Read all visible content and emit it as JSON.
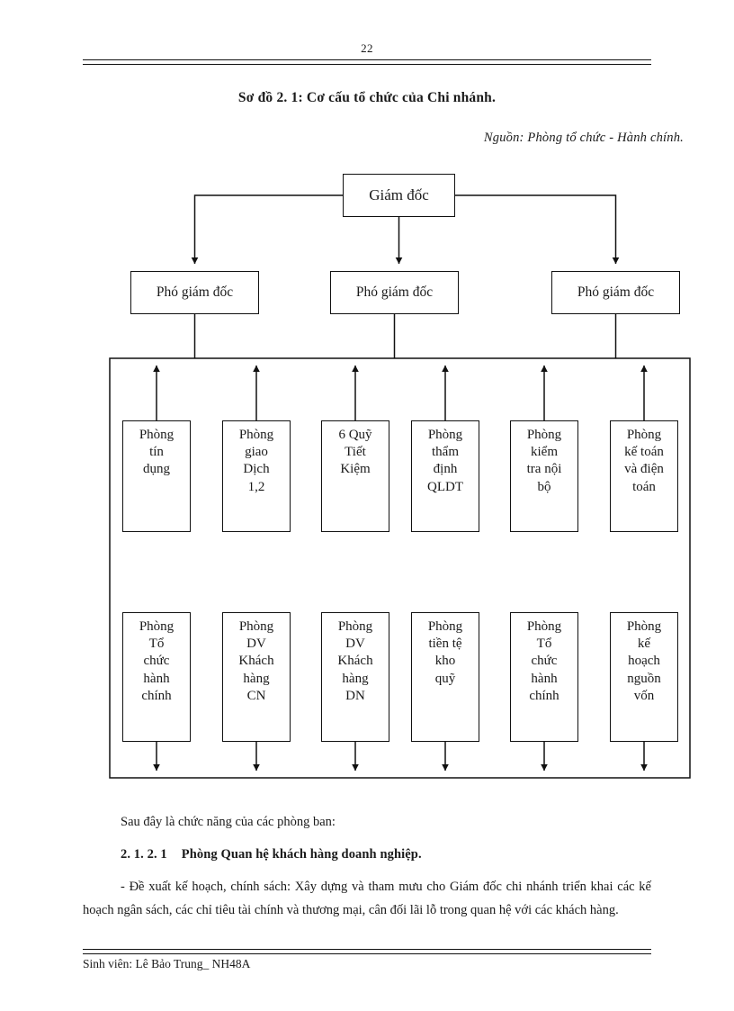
{
  "page": {
    "number": "22",
    "footer": "Sinh viên: Lê Bảo Trung_ NH48A"
  },
  "figure": {
    "title": "Sơ đồ 2. 1: Cơ cấu tổ chức của Chi nhánh.",
    "source": "Nguồn: Phòng tổ chức - Hành chính."
  },
  "chart_data": {
    "type": "diagram",
    "title": "Sơ đồ 2. 1: Cơ cấu tổ chức của Chi nhánh.",
    "root": "Giám đốc",
    "deputies": [
      "Phó giám  đốc",
      "Phó giám  đốc",
      "Phó giám  đốc"
    ],
    "departments_row1": [
      "Phòng\ntín\ndụng",
      "Phòng\ngiao\nDịch\n1,2",
      "6 Quỹ\nTiết\nKiệm",
      "Phòng\nthẩm\nđịnh\nQLDT",
      "Phòng\nkiểm\ntra nội\nbộ",
      "Phòng\nkế toán\nvà điện\ntoán"
    ],
    "departments_row2": [
      "Phòng\nTổ\nchức\nhành\nchính",
      "Phòng\nDV\nKhách\nhàng\nCN",
      "Phòng\nDV\nKhách\nhàng\nDN",
      "Phòng\ntiền tệ\nkho\nquỹ",
      "Phòng\nTổ\nchức\nhành\nchính",
      "Phòng\nkế\nhoạch\nnguồn\nvốn"
    ],
    "line_color": "#111111",
    "box_fill": "#ffffff"
  },
  "body": {
    "intro": "Sau đây là chức năng của các phòng ban:",
    "heading_number": "2. 1. 2. 1",
    "heading_text": "Phòng Quan hệ khách hàng doanh nghiệp.",
    "paragraph": "- Đề xuất kế hoạch, chính sách: Xây dựng và tham mưu cho Giám đốc chi nhánh triển khai các kế hoạch ngân sách, các chỉ tiêu tài chính và thương mại, cân đối lãi lỗ trong quan hệ với các khách hàng."
  }
}
